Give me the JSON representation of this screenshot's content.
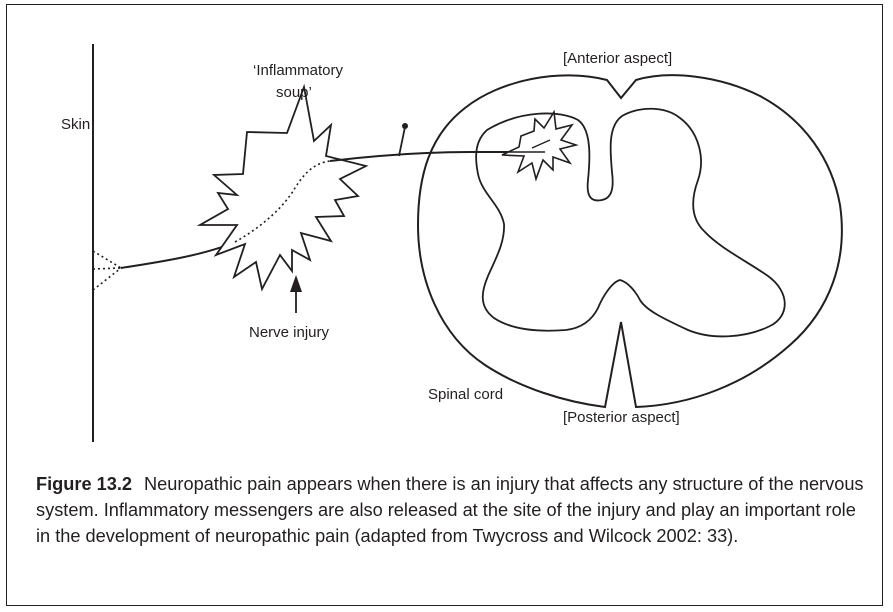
{
  "diagram": {
    "labels": {
      "skin": "Skin",
      "inflammatory_soup_line1": "‘Inflammatory",
      "inflammatory_soup_line2": "soup’",
      "nerve_injury": "Nerve injury",
      "anterior_aspect": "[Anterior aspect]",
      "posterior_aspect": "[Posterior aspect]",
      "spinal_cord": "Spinal cord"
    }
  },
  "caption": {
    "figure_label": "Figure 13.2",
    "text": "Neuropathic pain appears when there is an injury that affects any structure of the nervous system. Inflammatory messengers are also released at the site of the injury and play an important role in the development of neuropathic pain (adapted from Twycross and Wilcock 2002: 33)."
  }
}
